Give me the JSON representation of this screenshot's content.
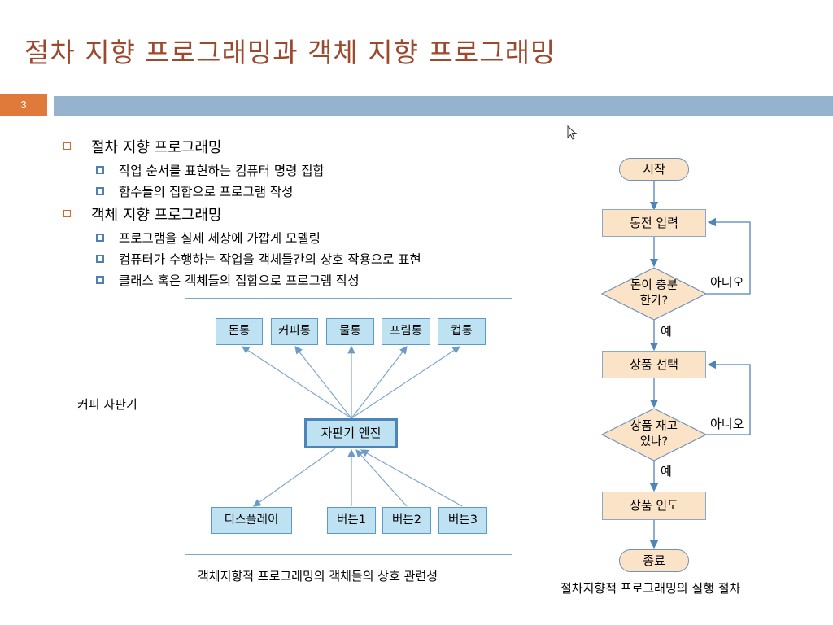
{
  "slide": {
    "title": "절차 지향 프로그래밍과 객체 지향 프로그래밍",
    "page_number": "3",
    "accent_color": "#95b3cf",
    "page_badge_color": "#e07a3a"
  },
  "bullets": [
    {
      "label": "절차 지향 프로그래밍",
      "sub": [
        "작업 순서를 표현하는 컴퓨터 명령 집합",
        "함수들의 집합으로 프로그램 작성"
      ]
    },
    {
      "label": "객체 지향 프로그래밍",
      "sub": [
        "프로그램을 실제 세상에 가깝게 모델링",
        "컴퓨터가 수행하는 작업을 객체들간의 상호 작용으로 표현",
        "클래스 혹은 객체들의 집합으로 프로그램 작성"
      ]
    }
  ],
  "oop_diagram": {
    "side_label": "커피 자판기",
    "engine": "자판기 엔진",
    "outputs": [
      "돈통",
      "커피통",
      "물통",
      "프림통",
      "컵통"
    ],
    "display": "디스플레이",
    "buttons": [
      "버튼1",
      "버튼2",
      "버튼3"
    ],
    "caption": "객체지향적 프로그래밍의 객체들의 상호 관련성"
  },
  "flowchart": {
    "start": "시작",
    "step1": "동전 입력",
    "decision1": [
      "돈이 충분",
      "한가?"
    ],
    "step2": "상품 선택",
    "decision2": [
      "상품 재고",
      "있나?"
    ],
    "step3": "상품 인도",
    "end": "종료",
    "yes": "예",
    "no": "아니오",
    "caption": "절차지향적 프로그래밍의 실행 절차"
  }
}
